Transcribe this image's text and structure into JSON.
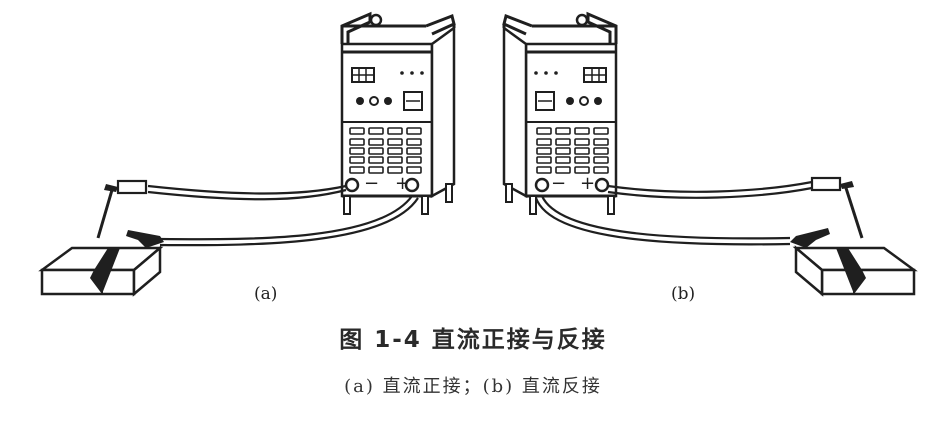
{
  "figure": {
    "subfigures": [
      {
        "id": "a",
        "label": "(a)",
        "name": "直流正接",
        "workpiece_connection": "+",
        "electrode_connection": "-"
      },
      {
        "id": "b",
        "label": "(b)",
        "name": "直流反接",
        "workpiece_connection": "-",
        "electrode_connection": "+"
      }
    ],
    "title": "图 1-4   直流正接与反接",
    "caption": "(a) 直流正接；(b) 直流反接",
    "terminals": {
      "minus": "−",
      "plus": "+"
    }
  },
  "colors": {
    "line": "#1f1f1f",
    "background": "#ffffff",
    "text": "#2a2a2a"
  }
}
